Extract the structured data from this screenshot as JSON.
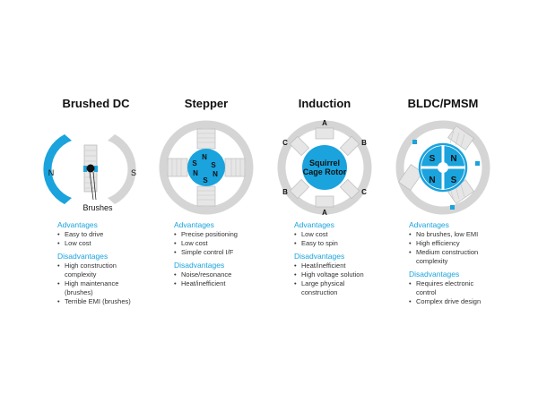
{
  "motors": [
    {
      "title": "Brushed DC",
      "labels": {
        "north": "N",
        "south": "S",
        "brushes": "Brushes"
      },
      "advantages_label": "Advantages",
      "advantages": [
        "Easy to drive",
        "Low cost"
      ],
      "disadvantages_label": "Disadvantages",
      "disadvantages": [
        "High construction complexity",
        "High maintenance (brushes)",
        "Terrible EMI (brushes)"
      ]
    },
    {
      "title": "Stepper",
      "labels": {
        "poles": [
          "S",
          "N",
          "N",
          "S",
          "N",
          "S"
        ]
      },
      "advantages_label": "Advantages",
      "advantages": [
        "Precise positioning",
        "Low cost",
        "Simple control I/F"
      ],
      "disadvantages_label": "Disadvantages",
      "disadvantages": [
        "Noise/resonance",
        "Heat/inefficient"
      ]
    },
    {
      "title": "Induction",
      "labels": {
        "phase_a": "A",
        "phase_b": "B",
        "phase_c": "C",
        "rotor_line1": "Squirrel",
        "rotor_line2": "Cage Rotor"
      },
      "advantages_label": "Advantages",
      "advantages": [
        "Low cost",
        "Easy to spin"
      ],
      "disadvantages_label": "Disadvantages",
      "disadvantages": [
        "Heat/inefficient",
        "High voltage solution",
        "Large physical construction"
      ]
    },
    {
      "title": "BLDC/PMSM",
      "labels": {
        "poles": [
          "S",
          "N",
          "N",
          "S"
        ]
      },
      "advantages_label": "Advantages",
      "advantages": [
        "No brushes, low EMI",
        "High efficiency",
        "Medium construction complexity"
      ],
      "disadvantages_label": "Disadvantages",
      "disadvantages": [
        "Requires electronic control",
        "Complex drive design"
      ]
    }
  ],
  "colors": {
    "accent": "#1aa3dd",
    "ring": "#d5d5d5",
    "coil": "#e6e6e6",
    "text": "#333333"
  }
}
